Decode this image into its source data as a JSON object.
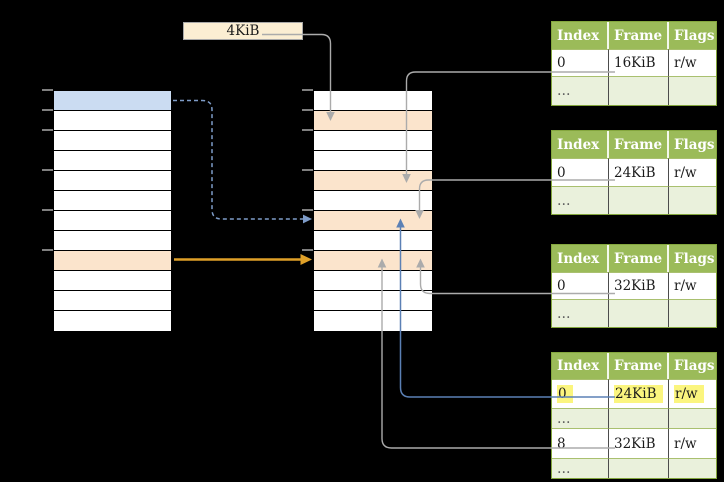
{
  "frame_size_label": {
    "text": "4KiB"
  },
  "left_table": {
    "rows": 12,
    "blue_row": 0,
    "orange_row": 8,
    "tick_row_indices": [
      0,
      1,
      2,
      4,
      6,
      8
    ]
  },
  "middle_table": {
    "rows": 12,
    "orange_rows": [
      1,
      4,
      6,
      8
    ],
    "tick_row_indices": [
      0,
      1,
      2,
      4,
      6,
      8
    ]
  },
  "page_tables": [
    {
      "name": "page-table-16",
      "headers": [
        "Index",
        "Frame",
        "Flags"
      ],
      "rows": [
        {
          "cells": [
            "0",
            "16KiB",
            "r/w"
          ],
          "tint": false,
          "highlight": false
        },
        {
          "cells": [
            "…",
            "",
            ""
          ],
          "tint": true,
          "highlight": false
        }
      ]
    },
    {
      "name": "page-table-24",
      "headers": [
        "Index",
        "Frame",
        "Flags"
      ],
      "rows": [
        {
          "cells": [
            "0",
            "24KiB",
            "r/w"
          ],
          "tint": false,
          "highlight": false
        },
        {
          "cells": [
            "…",
            "",
            ""
          ],
          "tint": true,
          "highlight": false
        }
      ]
    },
    {
      "name": "page-table-32",
      "headers": [
        "Index",
        "Frame",
        "Flags"
      ],
      "rows": [
        {
          "cells": [
            "0",
            "32KiB",
            "r/w"
          ],
          "tint": false,
          "highlight": false
        },
        {
          "cells": [
            "…",
            "",
            ""
          ],
          "tint": true,
          "highlight": false
        }
      ]
    },
    {
      "name": "page-table-bottom",
      "headers": [
        "Index",
        "Frame",
        "Flags"
      ],
      "rows": [
        {
          "cells": [
            "0",
            "24KiB",
            "r/w"
          ],
          "tint": false,
          "highlight": true
        },
        {
          "cells": [
            "…",
            "",
            ""
          ],
          "tint": true,
          "highlight": false
        },
        {
          "cells": [
            "8",
            "32KiB",
            "r/w"
          ],
          "tint": false,
          "highlight": false
        },
        {
          "cells": [
            "…",
            "",
            ""
          ],
          "tint": true,
          "highlight": false
        }
      ]
    }
  ],
  "colors": {
    "bg": "#000000",
    "row_blue": "#CBDCF2",
    "row_orange": "#FBE4CC",
    "tick": "#7F7F7F",
    "label_bg": "#FBEED3",
    "label_border": "#A8A8A8",
    "pt_header": "#9BBB59",
    "pt_row_tint": "#EAF1DC",
    "pt_border": "#84A63E",
    "pt_header_sep": "#F4F8EC",
    "hl_yellow": "#FBF57E",
    "line_gray": "#ABABAB",
    "arrow_blue": "#5B80B5",
    "dashed_blue": "#7E9CC8",
    "arrow_orange": "#DFA028"
  }
}
